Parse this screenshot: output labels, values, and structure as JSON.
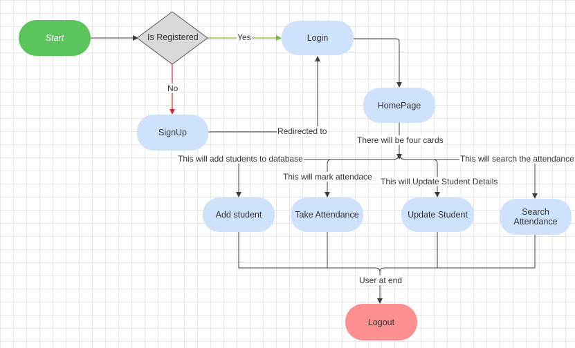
{
  "nodes": {
    "start": "Start",
    "is_registered": "Is  Registered",
    "login": "Login",
    "signup": "SignUp",
    "homepage": "HomePage",
    "add_student": "Add student",
    "take_attendance": "Take Attendance",
    "update_student": "Update Student",
    "search_attendance": "Search Attendance",
    "logout": "Logout"
  },
  "edge_labels": {
    "yes": "Yes",
    "no": "No",
    "redirected": "Redirected to",
    "four_cards": "There will be four cards",
    "add_to_db": "This will add students to database",
    "mark_attendance": "This will mark attendace",
    "update_details": "This will Update Student Details",
    "search_attendance": "This will search the attendance",
    "user_at_end": "User at  end"
  },
  "colors": {
    "start": "#5cc45c",
    "decision": "#d9d9d9",
    "process": "#cfe2fc",
    "logout": "#fc8f8f",
    "edge": "#3d3d3d",
    "yes_edge": "#6dbf3f",
    "no_edge": "#d22d3b"
  }
}
